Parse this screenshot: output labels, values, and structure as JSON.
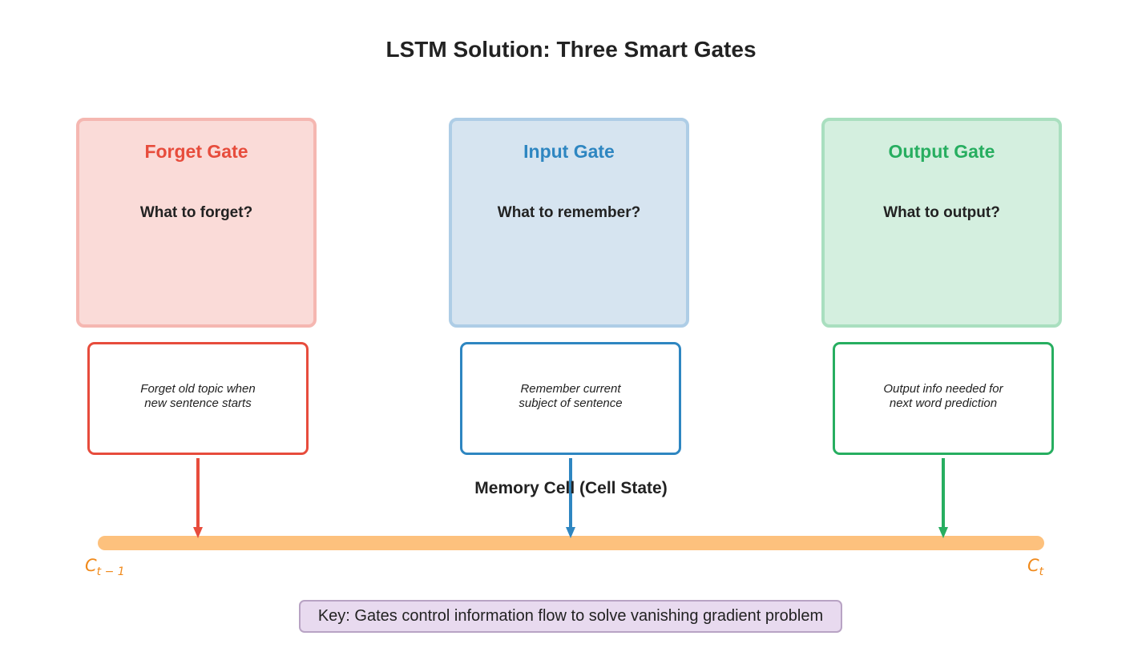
{
  "title": "LSTM Solution: Three Smart Gates",
  "gates": [
    {
      "name": "Forget Gate",
      "question": "What to forget?",
      "description": "Forget old topic when new sentence starts",
      "color": "#e74c3c",
      "fill": "#fadbd8",
      "border": "#f5b7b1"
    },
    {
      "name": "Input Gate",
      "question": "What to remember?",
      "description": "Remember current subject of sentence",
      "color": "#2e86c1",
      "fill": "#d6e4f0",
      "border": "#aecde6"
    },
    {
      "name": "Output Gate",
      "question": "What to output?",
      "description": "Output info needed for next word prediction",
      "color": "#27ae60",
      "fill": "#d4efdf",
      "border": "#a9dfbf"
    }
  ],
  "cell_state": {
    "label": "Memory Cell (Cell State)",
    "color": "#fdc17d",
    "start_label": "C",
    "start_sub": "t − 1",
    "end_label": "C",
    "end_sub": "t",
    "label_color": "#f08a1c"
  },
  "key": "Key: Gates control information flow to solve vanishing gradient problem"
}
